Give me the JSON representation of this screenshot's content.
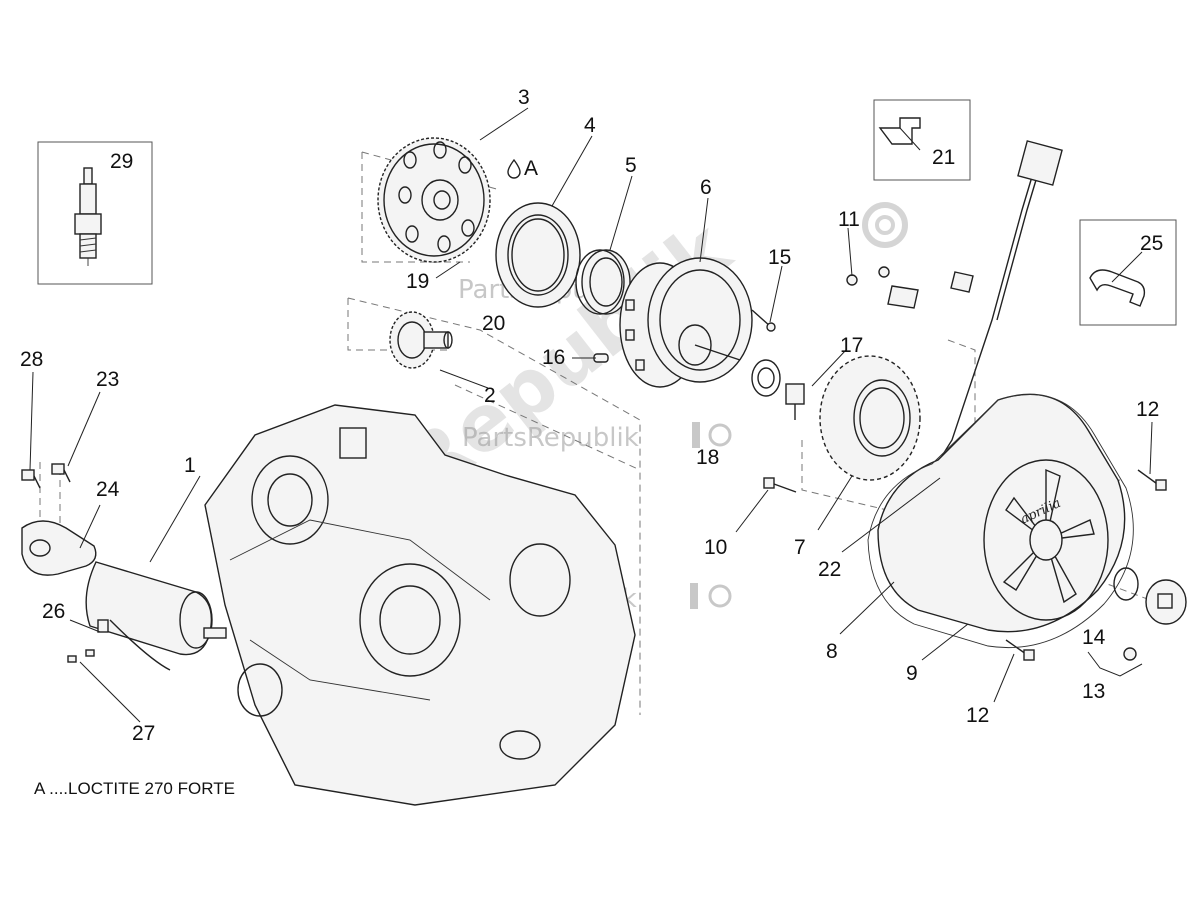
{
  "diagram": {
    "note": "A ....LOCTITE 270 FORTE",
    "loctite_mark": "A",
    "watermark": "PartsRepublik",
    "labels": [
      "1",
      "2",
      "3",
      "4",
      "5",
      "6",
      "7",
      "8",
      "9",
      "10",
      "11",
      "12",
      "12",
      "13",
      "14",
      "15",
      "16",
      "17",
      "18",
      "19",
      "20",
      "21",
      "22",
      "23",
      "24",
      "25",
      "26",
      "27",
      "28",
      "29"
    ],
    "brand_logo": "aprilia"
  }
}
